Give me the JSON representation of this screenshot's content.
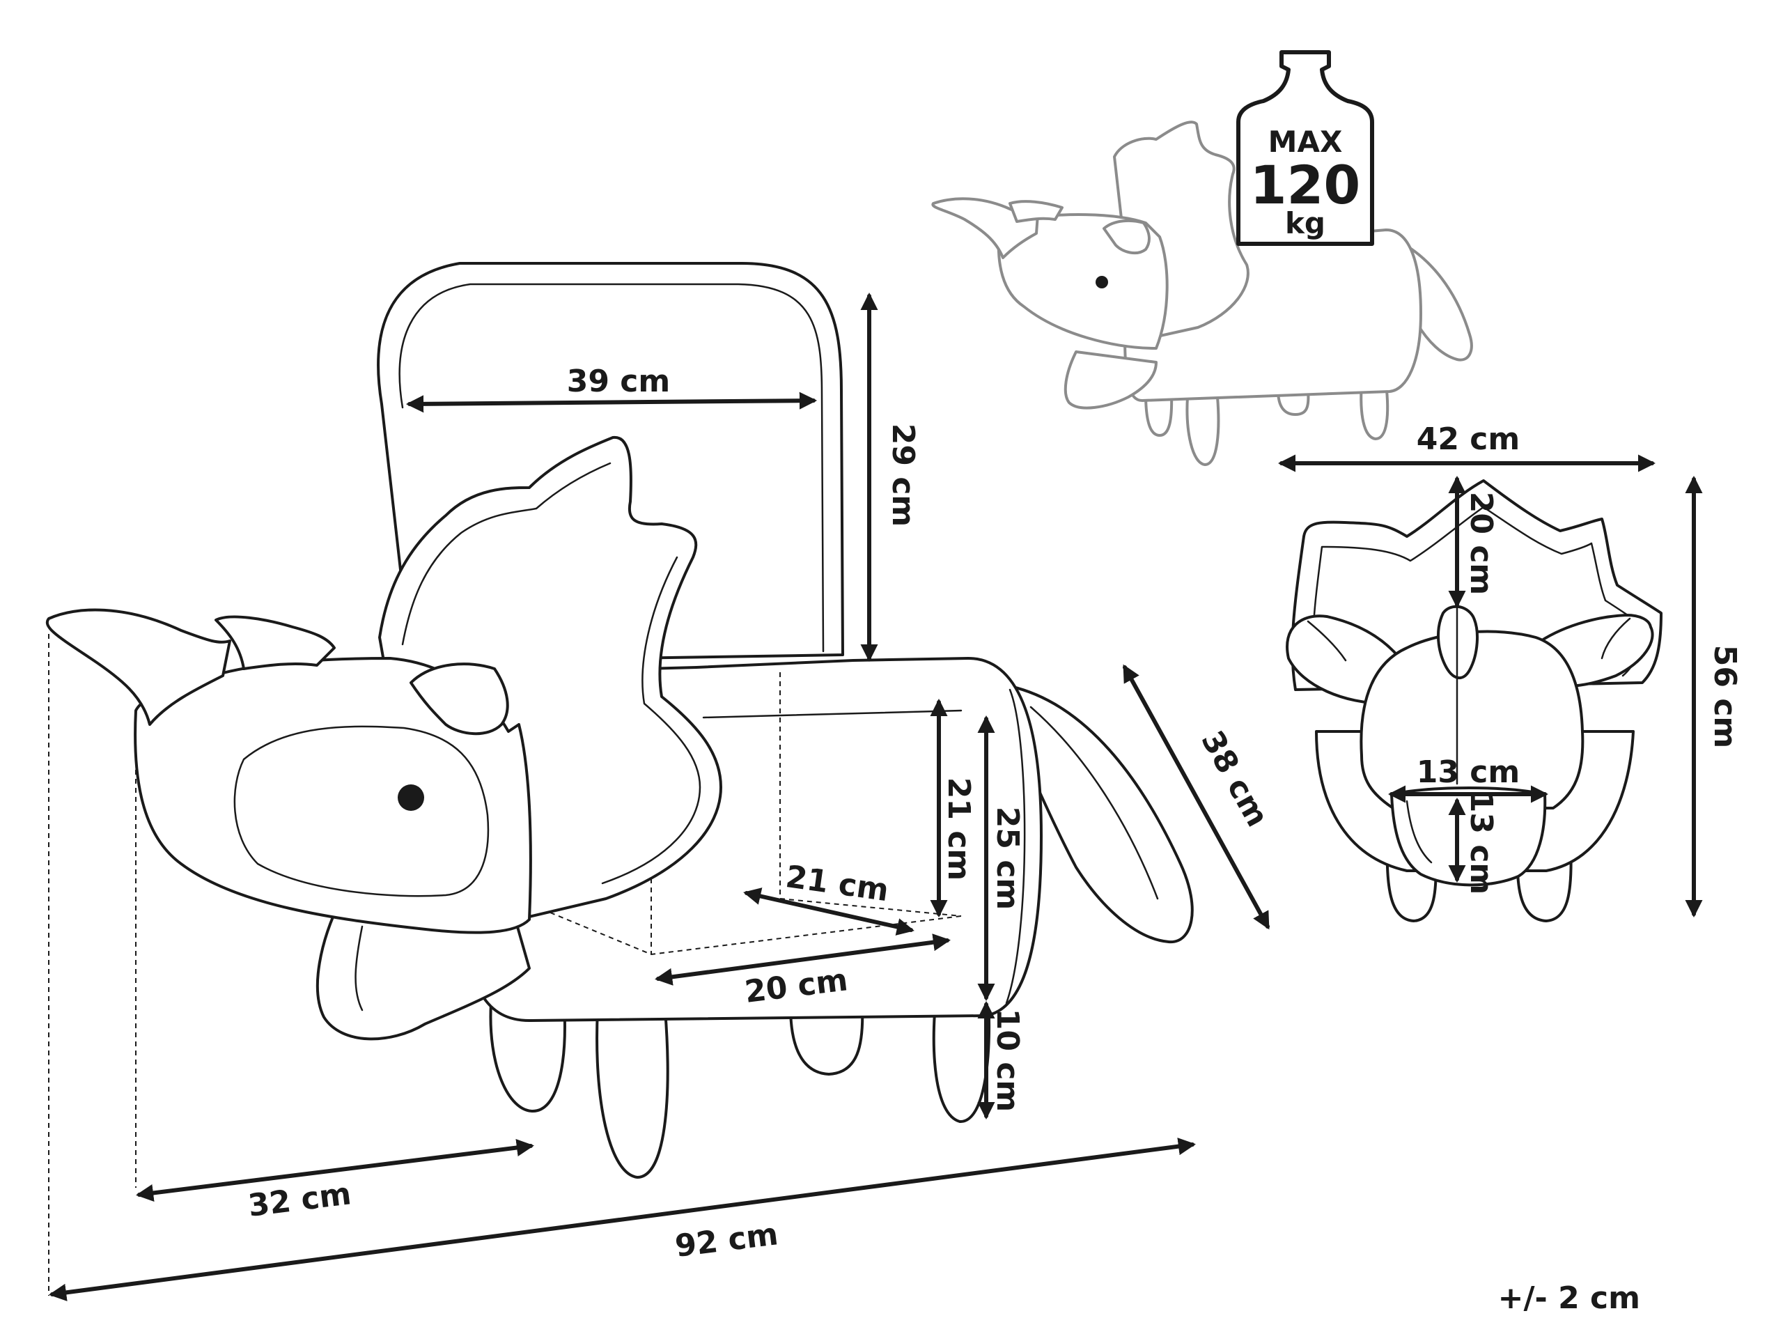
{
  "weight_badge": {
    "max_label": "MAX",
    "value": "120",
    "unit": "kg"
  },
  "dimensions": {
    "lid_width": "39 cm",
    "lid_height": "29 cm",
    "body_height": "25 cm",
    "storage_height": "21 cm",
    "storage_depth": "21 cm",
    "storage_width": "20 cm",
    "leg_height": "10 cm",
    "head_length": "32 cm",
    "total_length": "92 cm",
    "tail_length": "38 cm",
    "total_width": "42 cm",
    "total_height": "56 cm",
    "frill_height": "20 cm",
    "snout_width": "13 cm",
    "snout_height": "13 cm"
  },
  "tolerance_note": "+/- 2 cm"
}
